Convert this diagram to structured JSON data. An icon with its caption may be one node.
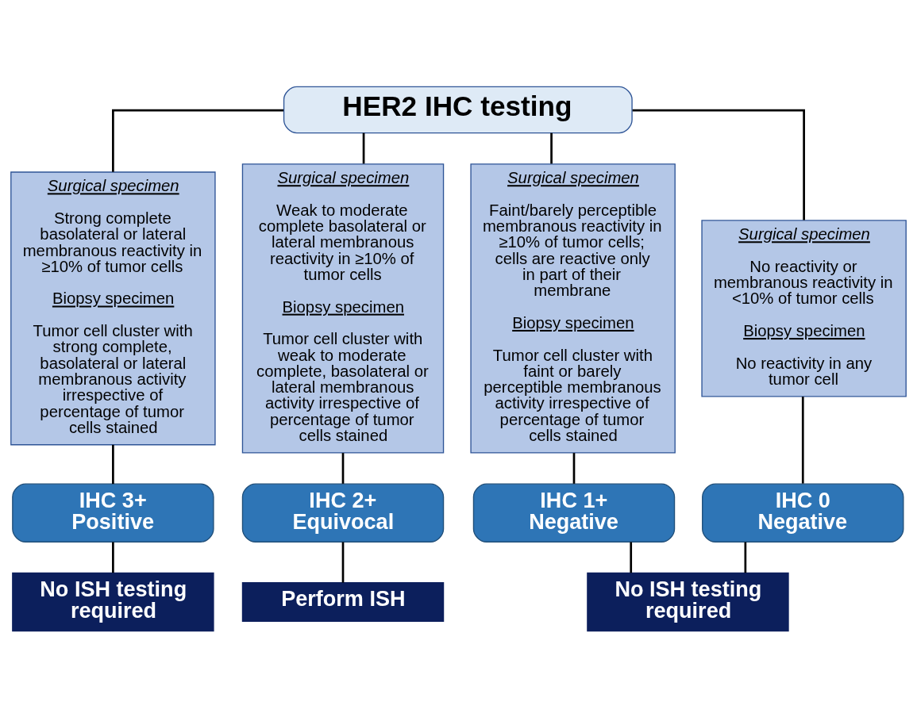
{
  "diagram": {
    "nodes": [
      {
        "text": [
          "HER2 IHC testing"
        ]
      },
      {
        "text": [
          "Surgical specimen",
          "Strong complete basolateral or lateral membranous reactivity in ≥10% of tumor cells",
          "Biopsy specimen",
          "Tumor cell cluster with strong complete, basolateral or lateral membranous activity irrespective of percentage of tumor cells stained"
        ]
      },
      {
        "text": [
          "Surgical specimen",
          "Weak to moderate complete basolateral or lateral membranous reactivity in ≥10% of tumor cells",
          "Biopsy specimen",
          "Tumor cell cluster with weak to moderate complete, basolateral or lateral membranous activity irrespective of percentage of tumor cells stained"
        ]
      },
      {
        "text": [
          "Surgical specimen",
          "Faint/barely perceptible membranous reactivity in ≥10% of tumor cells; cells are reactive only in part of their membrane",
          "Biopsy specimen",
          "Tumor cell cluster with faint or barely perceptible membranous activity irrespective of percentage of tumor cells stained"
        ]
      },
      {
        "text": [
          "Surgical specimen",
          "No reactivity or membranous reactivity in <10% of tumor cells",
          "Biopsy specimen",
          "No reactivity in any tumor cell"
        ]
      },
      {
        "text": [
          "IHC 3+ Positive"
        ]
      },
      {
        "text": [
          "IHC 2+ Equivocal"
        ]
      },
      {
        "text": [
          "IHC 1+ Negative"
        ]
      },
      {
        "text": [
          "IHC 0 Negative"
        ]
      },
      {
        "text": [
          "No ISH testing required"
        ]
      },
      {
        "text": [
          "Perform ISH"
        ]
      },
      {
        "text": [
          "No ISH testing required"
        ]
      }
    ],
    "edges": [
      {
        "from": 0,
        "to": 1,
        "arrow": "none"
      },
      {
        "from": 0,
        "to": 2,
        "arrow": "none"
      },
      {
        "from": 0,
        "to": 3,
        "arrow": "none"
      },
      {
        "from": 0,
        "to": 4,
        "arrow": "none"
      },
      {
        "from": 1,
        "to": 5,
        "arrow": "none"
      },
      {
        "from": 2,
        "to": 6,
        "arrow": "none"
      },
      {
        "from": 3,
        "to": 7,
        "arrow": "none"
      },
      {
        "from": 4,
        "to": 8,
        "arrow": "none"
      },
      {
        "from": 5,
        "to": 9,
        "arrow": "none"
      },
      {
        "from": 6,
        "to": 10,
        "arrow": "none"
      },
      {
        "from": 7,
        "to": 11,
        "arrow": "none"
      },
      {
        "from": 8,
        "to": 11,
        "arrow": "none"
      }
    ]
  }
}
